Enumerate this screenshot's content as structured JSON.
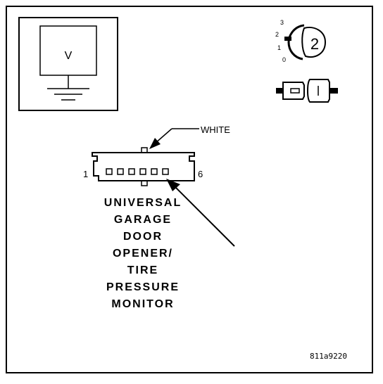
{
  "voltmeter": {
    "symbol": "V"
  },
  "ignition_switch": {
    "positions": [
      "3",
      "2",
      "1",
      "0"
    ],
    "step_label": "2"
  },
  "connector": {
    "color_label": "WHITE",
    "pin_first": "1",
    "pin_last": "6",
    "name_lines": [
      "UNIVERSAL",
      "GARAGE",
      "DOOR",
      "OPENER/",
      "TIRE",
      "PRESSURE",
      "MONITOR"
    ]
  },
  "figure_id": "811a9220",
  "colors": {
    "line": "#000000",
    "background": "#ffffff"
  }
}
